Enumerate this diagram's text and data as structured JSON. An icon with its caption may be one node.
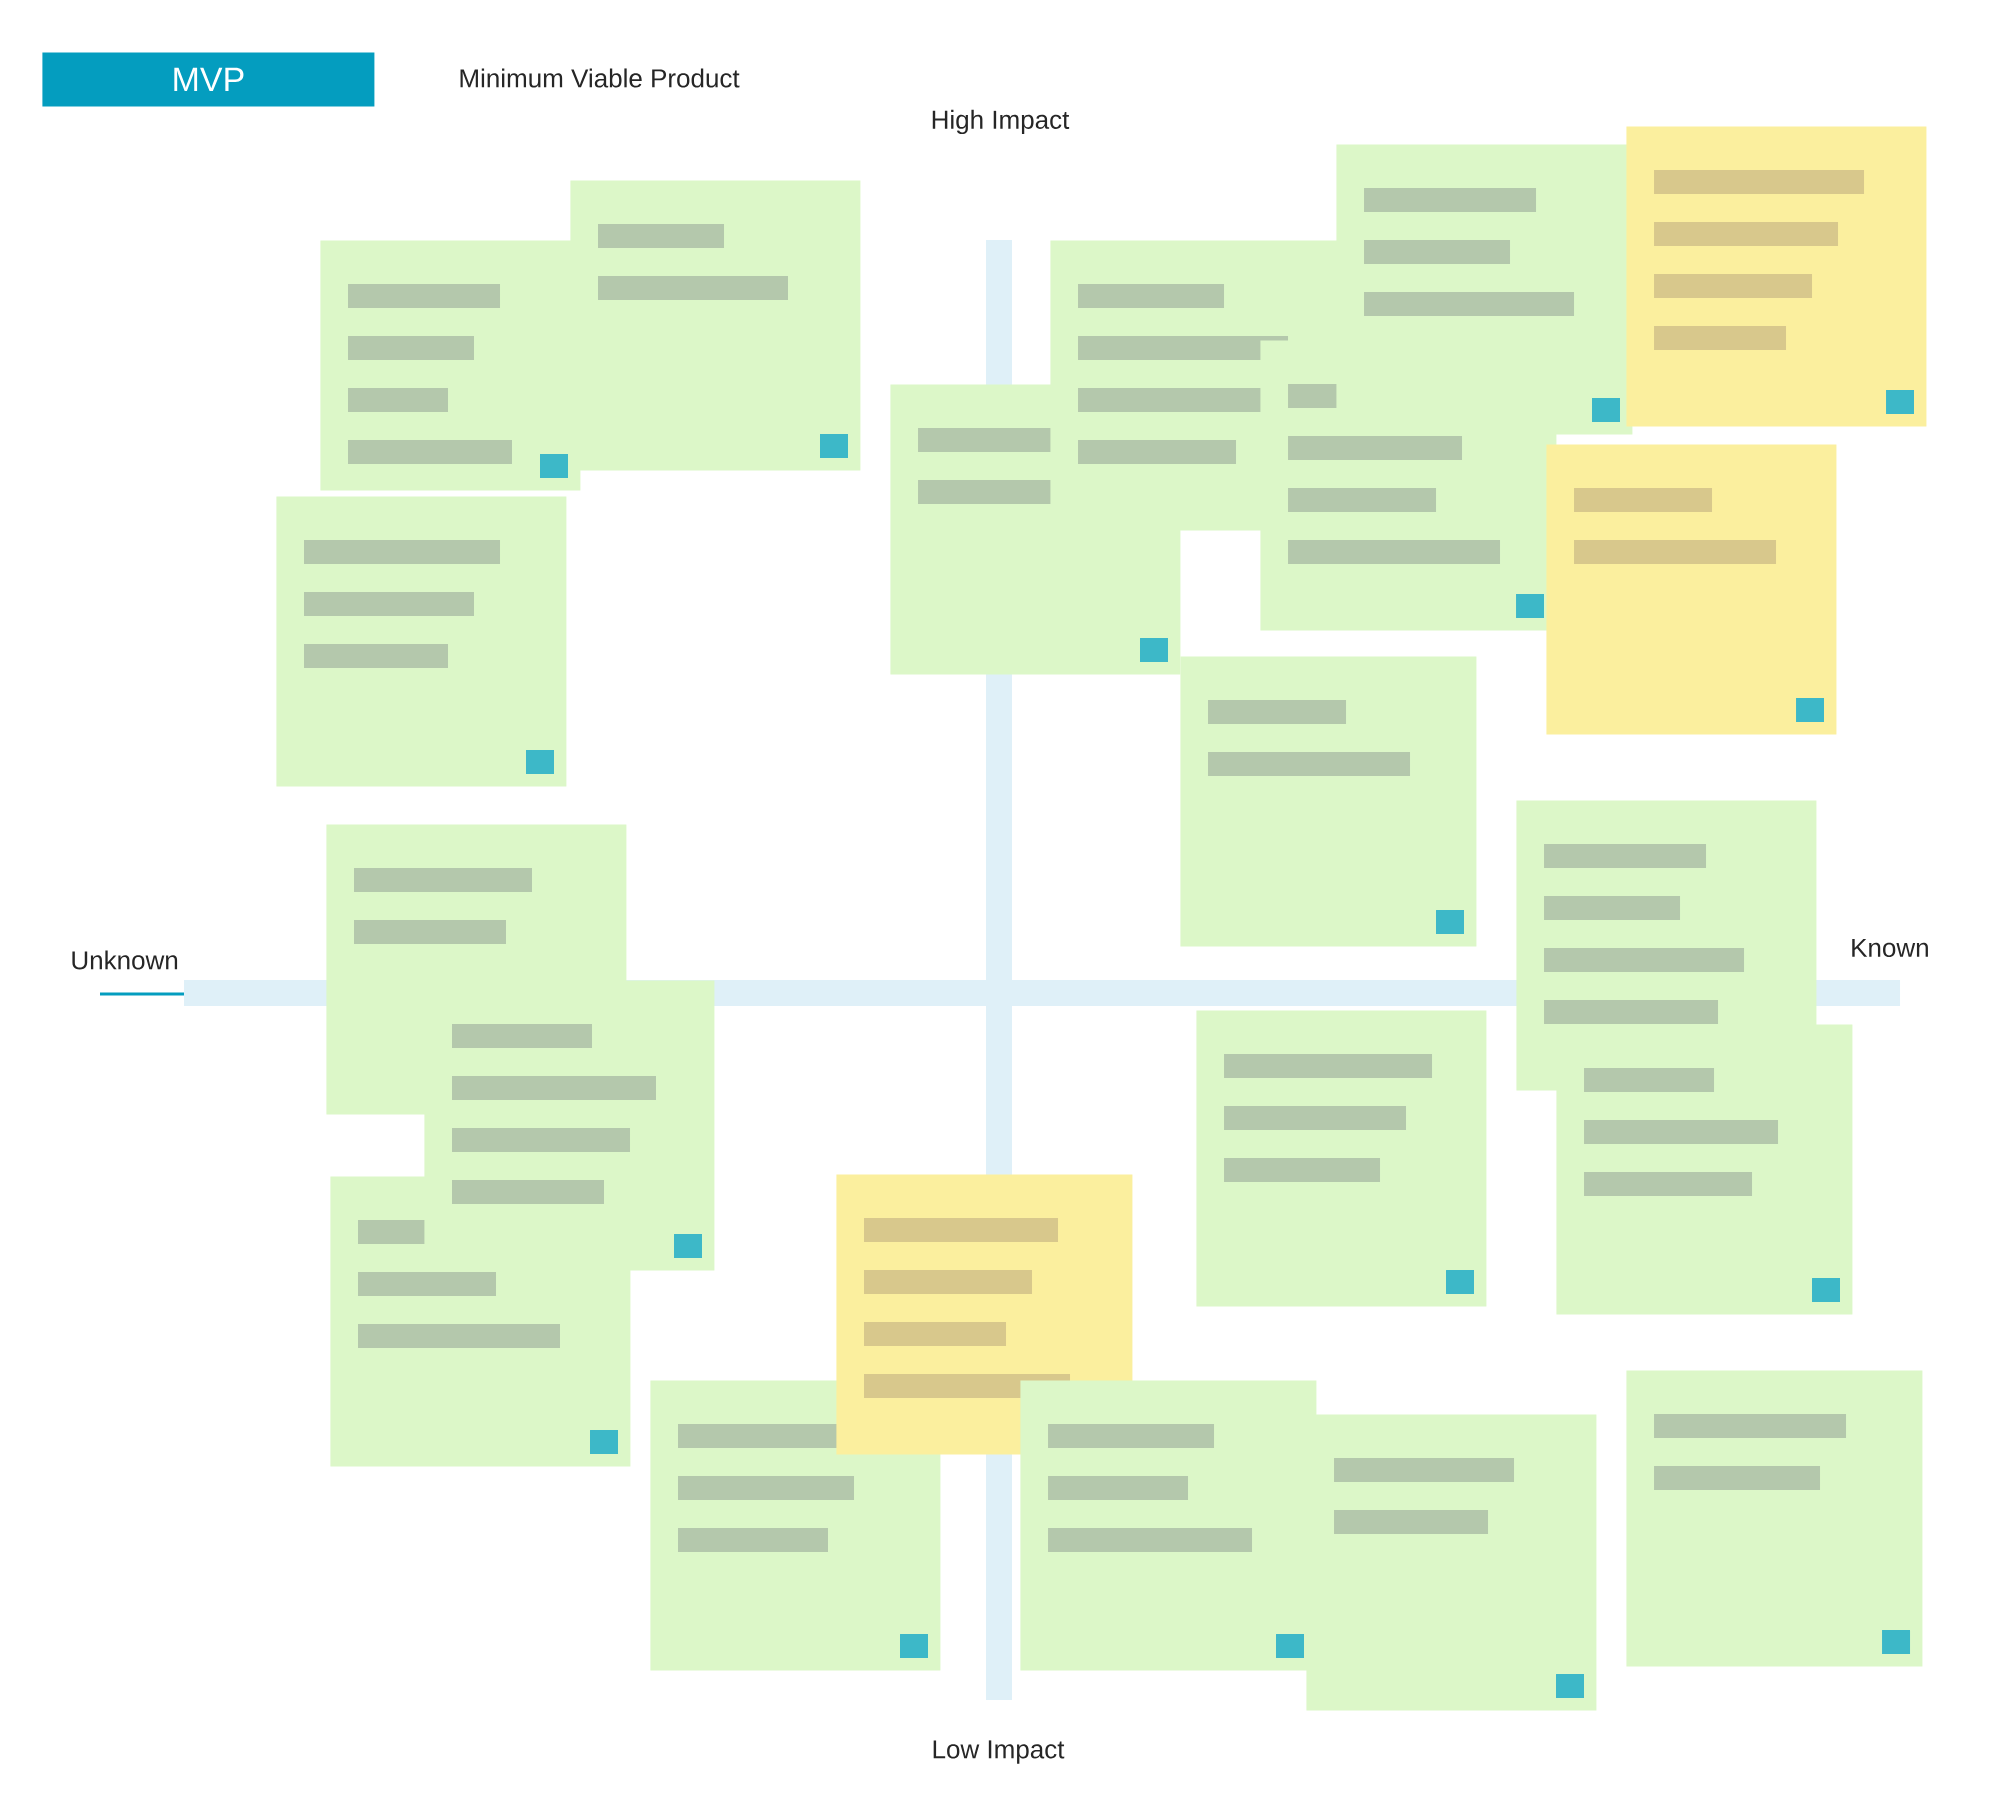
{
  "diagram": {
    "nodes": [
      {
        "text": [
          "MVP"
        ]
      },
      {
        "text": [],
        "shape": "box"
      },
      {
        "text": [],
        "shape": "box"
      },
      {
        "text": [],
        "shape": "box"
      },
      {
        "text": [],
        "shape": "box"
      },
      {
        "text": [],
        "shape": "box"
      },
      {
        "text": [],
        "shape": "box"
      },
      {
        "text": [],
        "shape": "box"
      },
      {
        "text": [],
        "shape": "box"
      },
      {
        "text": [],
        "shape": "box"
      },
      {
        "text": [],
        "shape": "box"
      },
      {
        "text": [],
        "shape": "box"
      },
      {
        "text": [],
        "shape": "box"
      },
      {
        "text": [],
        "shape": "box"
      },
      {
        "text": [],
        "shape": "box"
      },
      {
        "text": [],
        "shape": "box"
      },
      {
        "text": [],
        "shape": "box"
      },
      {
        "text": [],
        "shape": "box"
      },
      {
        "text": [],
        "shape": "box"
      },
      {
        "text": [],
        "shape": "box"
      },
      {
        "text": [],
        "shape": "box"
      },
      {
        "text": [],
        "shape": "box"
      }
    ],
    "labels": [
      "Minimum Viable Product",
      "High Impact",
      "Unknown",
      "Known",
      "Low Impact"
    ]
  }
}
